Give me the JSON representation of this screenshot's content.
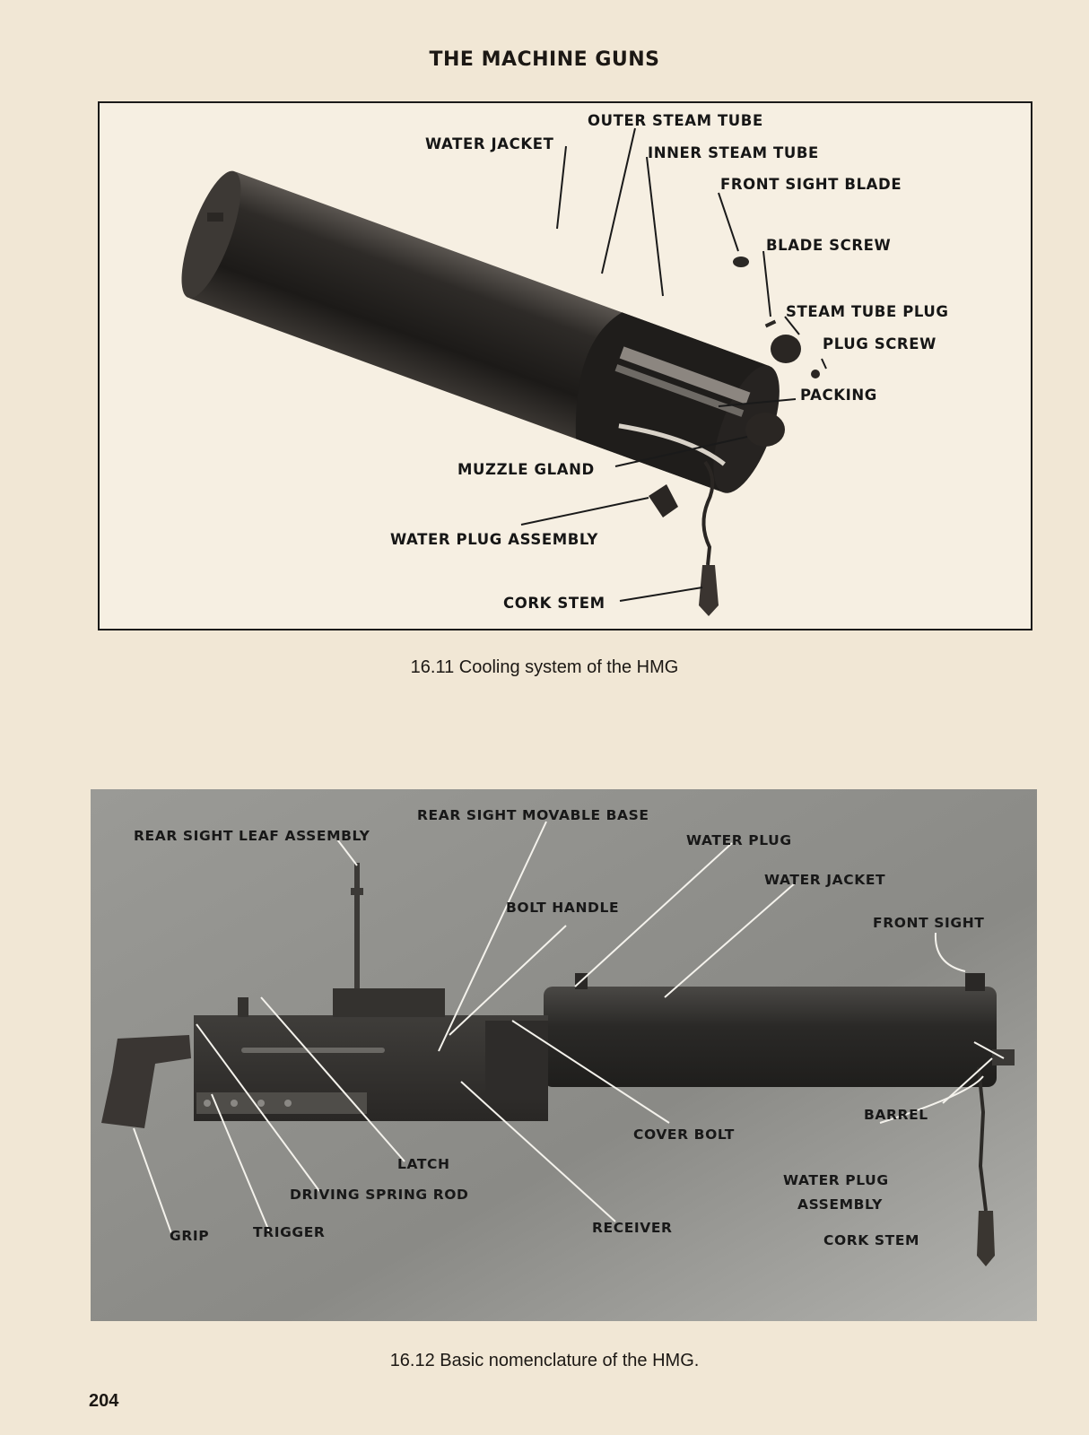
{
  "page": {
    "running_head": "THE MACHINE GUNS",
    "page_number": "204"
  },
  "figure1": {
    "caption": "16.11 Cooling system of the HMG",
    "labels": {
      "outer_steam_tube": "OUTER STEAM TUBE",
      "water_jacket": "WATER JACKET",
      "inner_steam_tube": "INNER STEAM TUBE",
      "front_sight_blade": "FRONT SIGHT BLADE",
      "blade_screw": "BLADE SCREW",
      "steam_tube_plug": "STEAM TUBE PLUG",
      "plug_screw": "PLUG SCREW",
      "packing": "PACKING",
      "muzzle_gland": "MUZZLE GLAND",
      "water_plug_assembly": "WATER PLUG ASSEMBLY",
      "cork_stem": "CORK STEM"
    }
  },
  "figure2": {
    "caption": "16.12 Basic nomenclature of the HMG.",
    "labels": {
      "rear_sight_movable_base": "REAR SIGHT MOVABLE BASE",
      "rear_sight_leaf_assembly": "REAR SIGHT LEAF ASSEMBLY",
      "water_plug": "WATER PLUG",
      "water_jacket": "WATER JACKET",
      "bolt_handle": "BOLT HANDLE",
      "front_sight": "FRONT SIGHT",
      "barrel": "BARREL",
      "cover_bolt": "COVER BOLT",
      "latch": "LATCH",
      "water_plug_assembly_line1": "WATER PLUG",
      "water_plug_assembly_line2": "ASSEMBLY",
      "driving_spring_rod": "DRIVING SPRING ROD",
      "grip": "GRIP",
      "trigger": "TRIGGER",
      "receiver": "RECEIVER",
      "cork_stem": "CORK STEM"
    }
  }
}
